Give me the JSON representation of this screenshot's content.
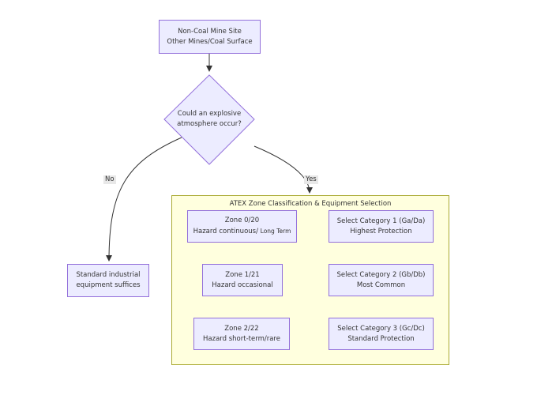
{
  "nodes": {
    "start": {
      "line1": "Non-Coal Mine Site",
      "line2": "Other Mines/Coal Surface"
    },
    "decision": {
      "line1": "Could an explosive",
      "line2": "atmosphere occur?"
    },
    "standard": {
      "line1": "Standard industrial",
      "line2": "equipment suffices"
    },
    "zone0": {
      "line1": "Zone 0/20",
      "line2a": "Hazard continuous/ ",
      "line2b": "Long Term"
    },
    "zone1": {
      "line1": "Zone 1/21",
      "line2": "Hazard occasional"
    },
    "zone2": {
      "line1": "Zone 2/22",
      "line2": "Hazard short-term/rare"
    },
    "cat1": {
      "line1": "Select Category 1 (Ga/Da)",
      "line2": "Highest Protection"
    },
    "cat2": {
      "line1": "Select Category 2 (Gb/Db)",
      "line2": "Most Common"
    },
    "cat3": {
      "line1": "Select Category 3 (Gc/Dc)",
      "line2": "Standard Protection"
    }
  },
  "cluster": {
    "title": "ATEX Zone Classification & Equipment Selection"
  },
  "edges": {
    "no_label": "No",
    "yes_label": "Yes"
  },
  "colors": {
    "node_fill": "#ECECFF",
    "node_stroke": "#9370DB",
    "cluster_fill": "#ffffde",
    "cluster_stroke": "#aaaa33",
    "line": "#333333"
  }
}
